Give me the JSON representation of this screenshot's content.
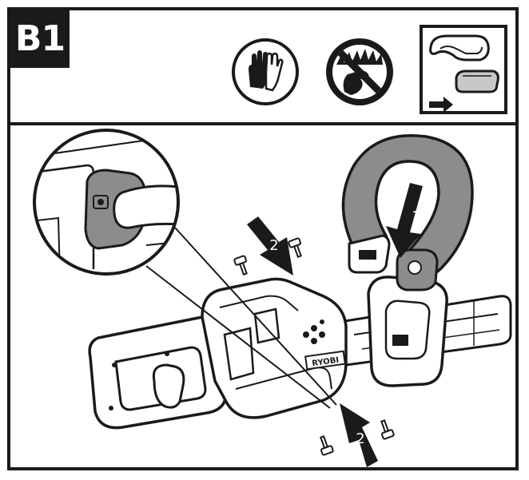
{
  "step": {
    "label": "B1"
  },
  "icons": {
    "gloves": "gloves-icon",
    "no_hands": "no-hands-near-blade-icon",
    "guard_slide": "slide-guard-onto-handle-icon"
  },
  "callouts": {
    "guard_step": "1",
    "screw_step_top": "2",
    "screw_step_bottom": "2"
  },
  "brand_plate": "RYOBI",
  "colors": {
    "ink": "#1a1a1a",
    "shade": "#8c8c8c",
    "light": "#c8c8c8",
    "paper": "#ffffff"
  }
}
